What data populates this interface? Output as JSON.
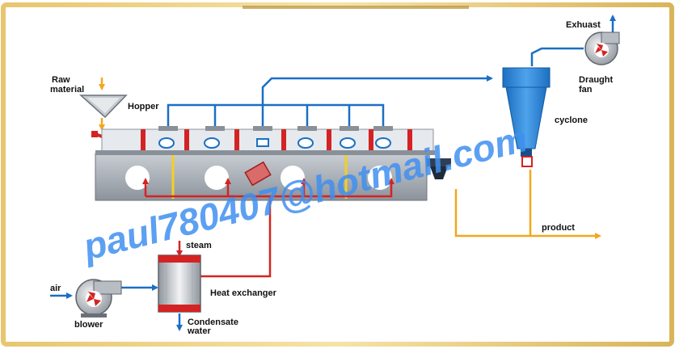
{
  "labels": {
    "raw_material_1": "Raw",
    "raw_material_2": "material",
    "hopper": "Hopper",
    "exhaust": "Exhuast",
    "draught_fan_1": "Draught",
    "draught_fan_2": "fan",
    "cyclone": "cyclone",
    "product": "product",
    "steam": "steam",
    "air": "air",
    "heat_exchanger": "Heat exchanger",
    "blower": "blower",
    "condensate_1": "Condensate",
    "condensate_2": "water"
  },
  "watermark": "paul780407@hotmail.com",
  "colors": {
    "frame_gold": "#d9b45a",
    "pipe_blue": "#1a6fc4",
    "air_red": "#d42323",
    "product_orange": "#f2a81d",
    "bed_gray": "#9aa0a8",
    "cyclone_blue": "#2f86d8",
    "watermark": "#3f8ff0"
  },
  "icons": [
    "hopper-icon",
    "cyclone-icon",
    "draught-fan-icon",
    "blower-icon",
    "heat-exchanger-icon",
    "fluid-bed-dryer-icon",
    "discharge-valve-icon"
  ]
}
